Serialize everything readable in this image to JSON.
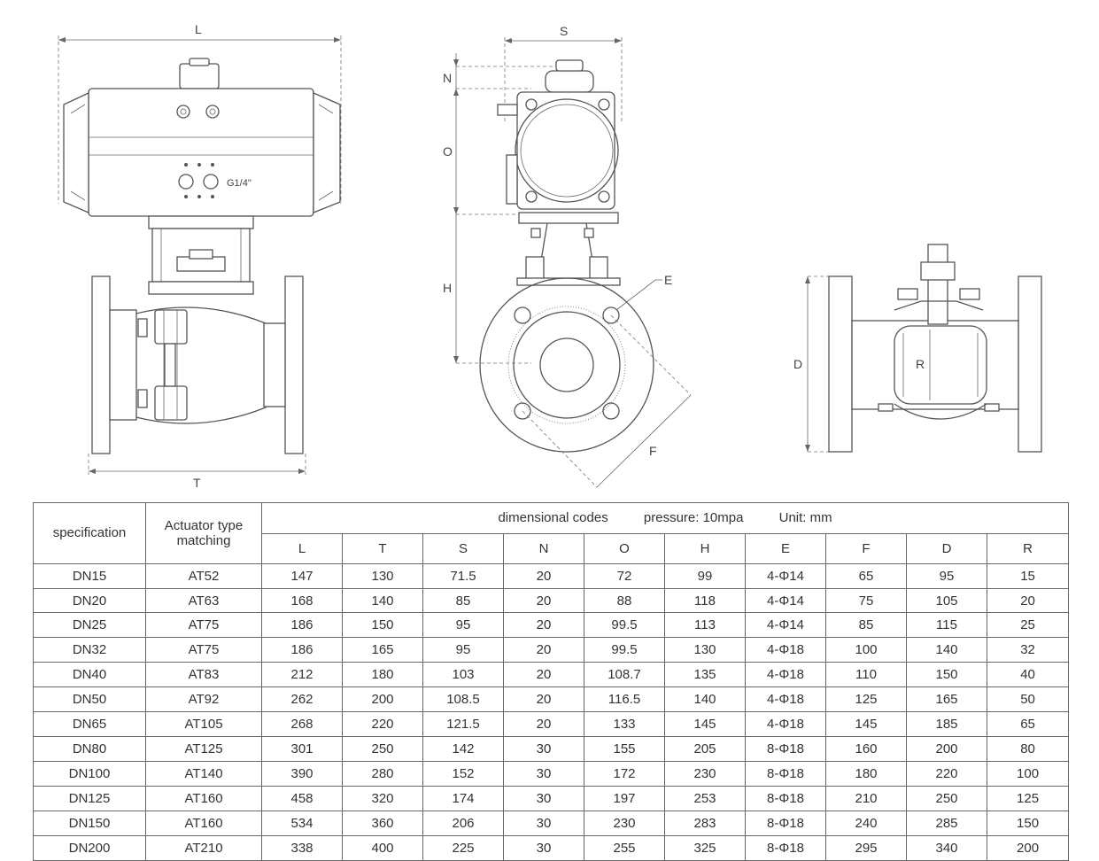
{
  "drawing": {
    "labels": {
      "L": "L",
      "T": "T",
      "S": "S",
      "N": "N",
      "O": "O",
      "H": "H",
      "E": "E",
      "F": "F",
      "D": "D",
      "R": "R"
    },
    "port_label": "G1/4\""
  },
  "table": {
    "spec_header": "specification",
    "actuator_header_line1": "Actuator type",
    "actuator_header_line2": "matching",
    "dim_header": "dimensional codes",
    "pressure_header": "pressure: 10mpa",
    "unit_header": "Unit: mm",
    "columns": [
      "L",
      "T",
      "S",
      "N",
      "O",
      "H",
      "E",
      "F",
      "D",
      "R"
    ],
    "rows": [
      [
        "DN15",
        "AT52",
        "147",
        "130",
        "71.5",
        "20",
        "72",
        "99",
        "4-Φ14",
        "65",
        "95",
        "15"
      ],
      [
        "DN20",
        "AT63",
        "168",
        "140",
        "85",
        "20",
        "88",
        "118",
        "4-Φ14",
        "75",
        "105",
        "20"
      ],
      [
        "DN25",
        "AT75",
        "186",
        "150",
        "95",
        "20",
        "99.5",
        "113",
        "4-Φ14",
        "85",
        "115",
        "25"
      ],
      [
        "DN32",
        "AT75",
        "186",
        "165",
        "95",
        "20",
        "99.5",
        "130",
        "4-Φ18",
        "100",
        "140",
        "32"
      ],
      [
        "DN40",
        "AT83",
        "212",
        "180",
        "103",
        "20",
        "108.7",
        "135",
        "4-Φ18",
        "110",
        "150",
        "40"
      ],
      [
        "DN50",
        "AT92",
        "262",
        "200",
        "108.5",
        "20",
        "116.5",
        "140",
        "4-Φ18",
        "125",
        "165",
        "50"
      ],
      [
        "DN65",
        "AT105",
        "268",
        "220",
        "121.5",
        "20",
        "133",
        "145",
        "4-Φ18",
        "145",
        "185",
        "65"
      ],
      [
        "DN80",
        "AT125",
        "301",
        "250",
        "142",
        "30",
        "155",
        "205",
        "8-Φ18",
        "160",
        "200",
        "80"
      ],
      [
        "DN100",
        "AT140",
        "390",
        "280",
        "152",
        "30",
        "172",
        "230",
        "8-Φ18",
        "180",
        "220",
        "100"
      ],
      [
        "DN125",
        "AT160",
        "458",
        "320",
        "174",
        "30",
        "197",
        "253",
        "8-Φ18",
        "210",
        "250",
        "125"
      ],
      [
        "DN150",
        "AT160",
        "534",
        "360",
        "206",
        "30",
        "230",
        "283",
        "8-Φ18",
        "240",
        "285",
        "150"
      ],
      [
        "DN200",
        "AT210",
        "338",
        "400",
        "225",
        "30",
        "255",
        "325",
        "8-Φ18",
        "295",
        "340",
        "200"
      ]
    ]
  }
}
